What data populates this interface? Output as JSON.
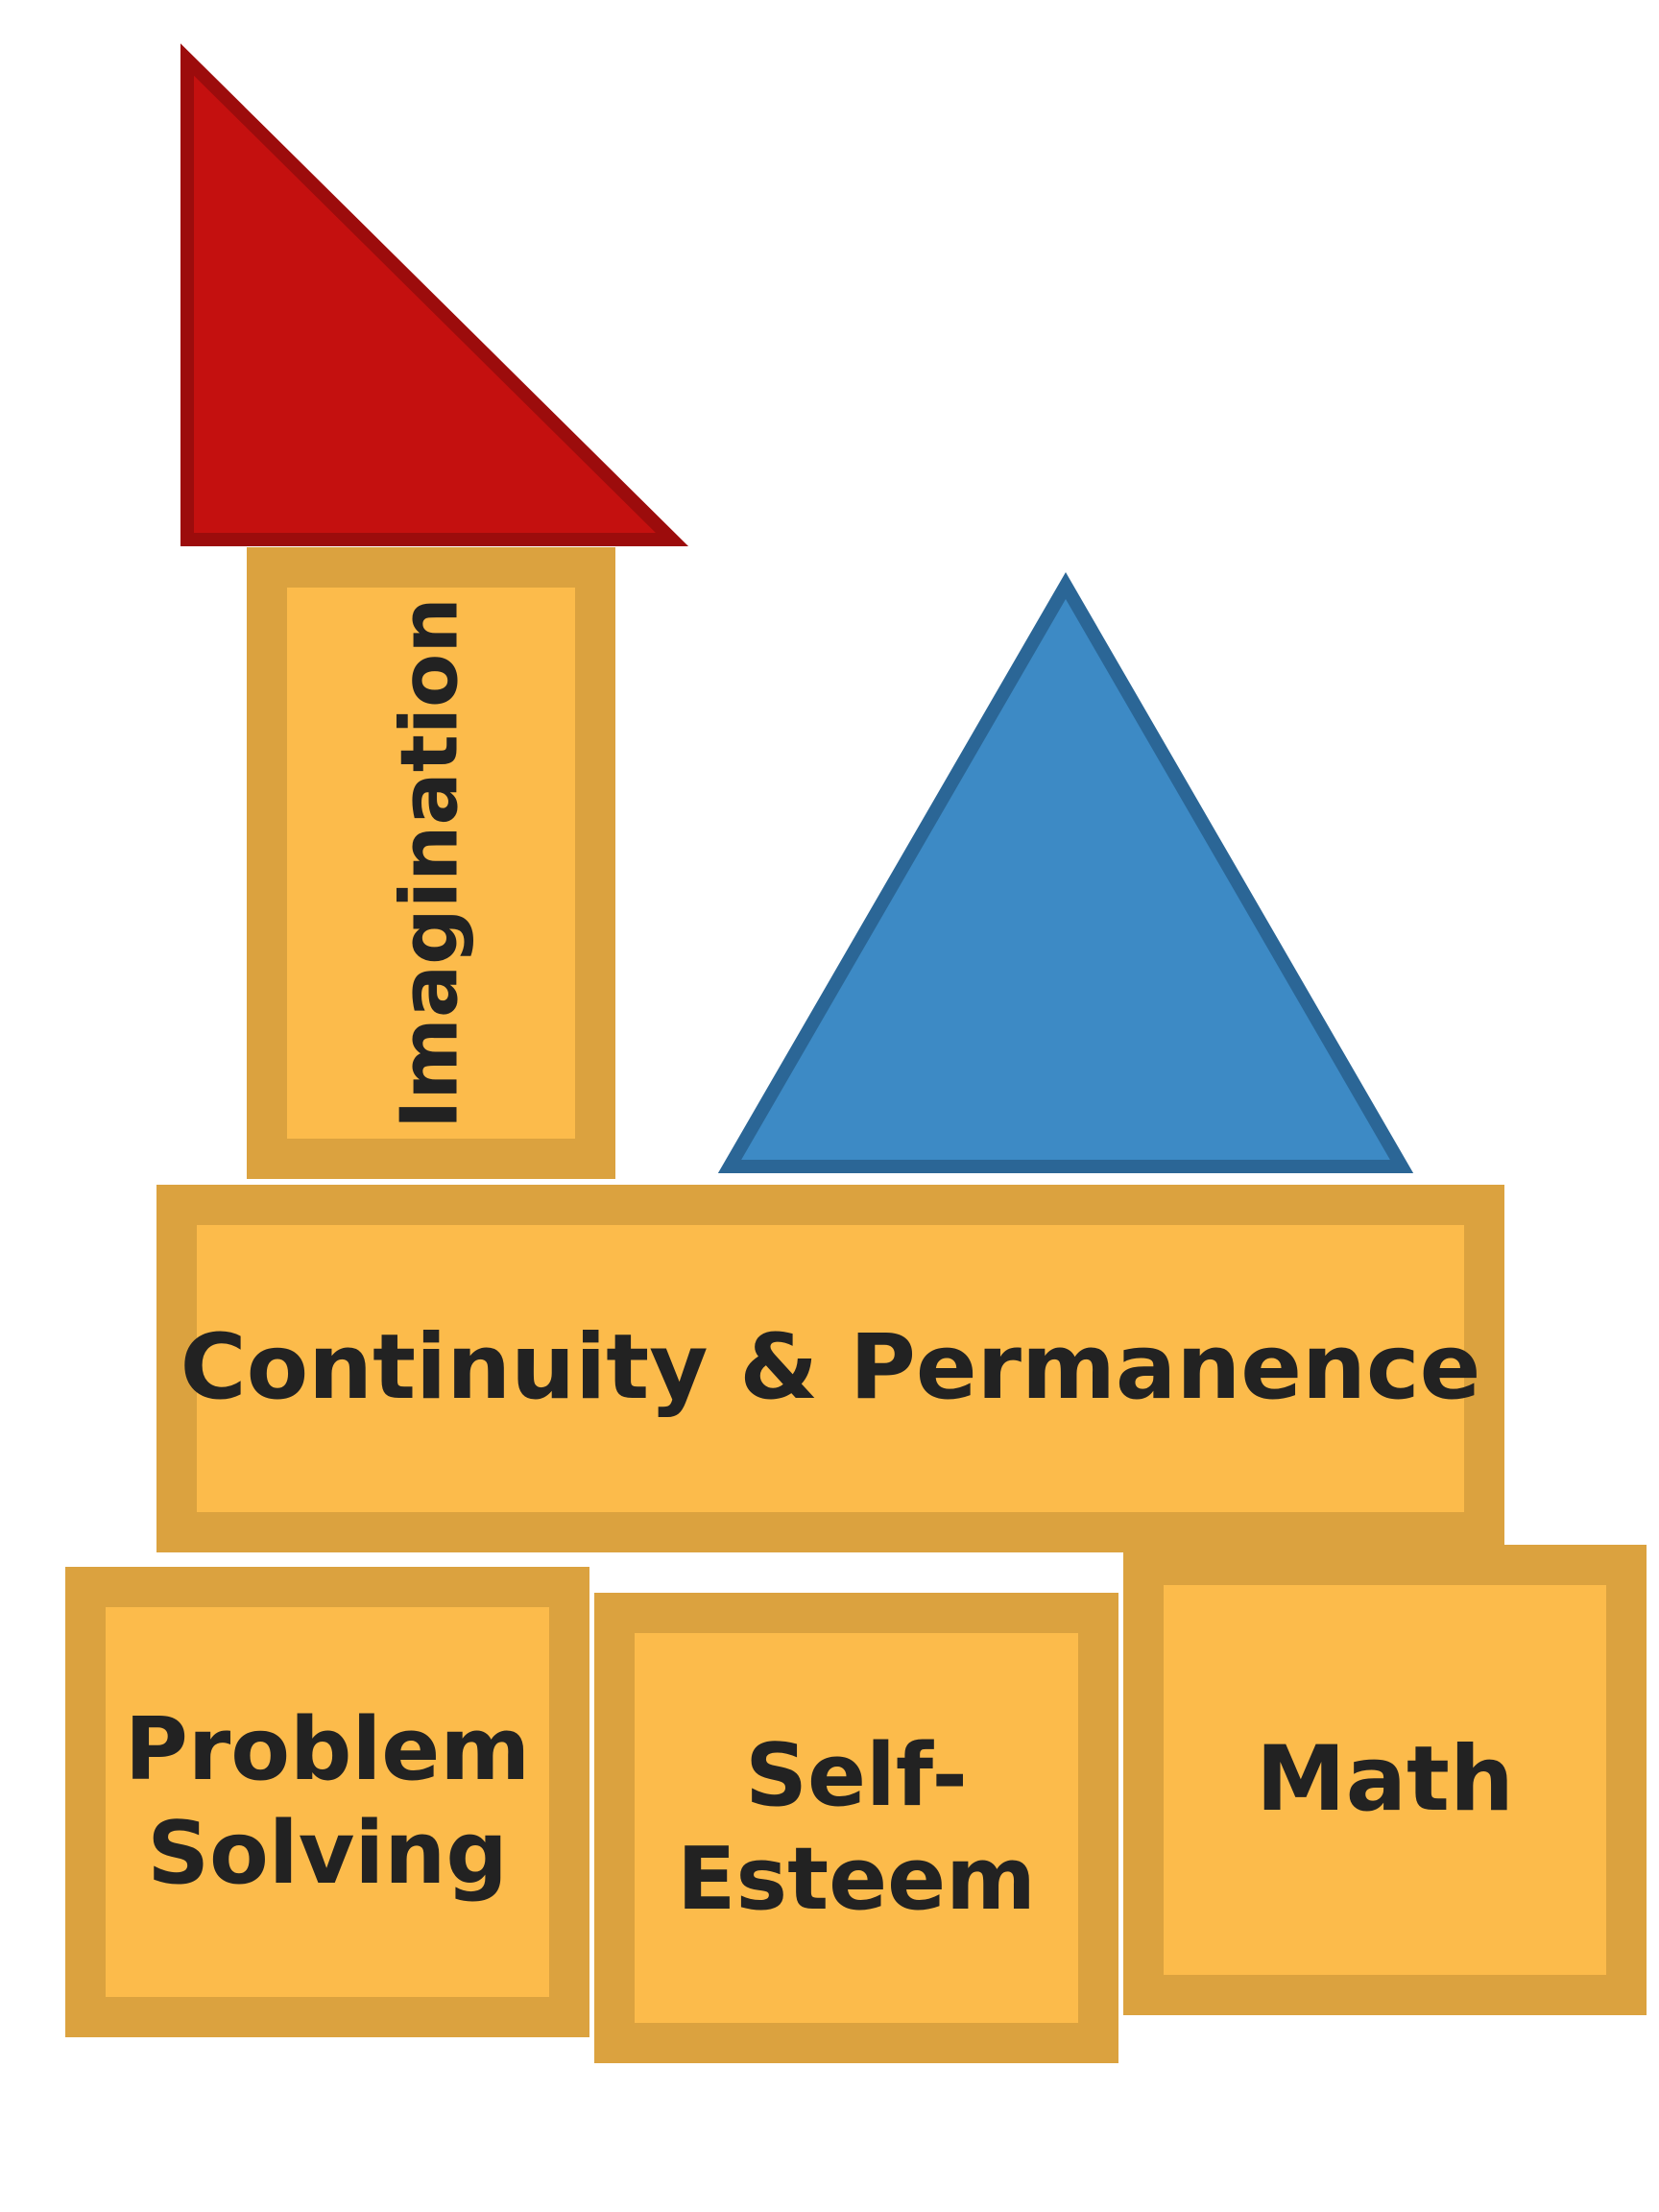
{
  "colors": {
    "block_fill": "#fcbb4b",
    "block_border": "#dba23f",
    "text": "#222222",
    "red_fill": "#c4100f",
    "red_stroke": "#9c0c0c",
    "blue_fill": "#3d8ac5",
    "blue_stroke": "#2b6696",
    "background": "#ffffff"
  },
  "blocks": {
    "imagination": "Imagination",
    "continuity": "Continuity & Permanence",
    "problem_solving": [
      "Problem",
      "Solving"
    ],
    "self_esteem": [
      "Self-",
      "Esteem"
    ],
    "math": "Math"
  }
}
